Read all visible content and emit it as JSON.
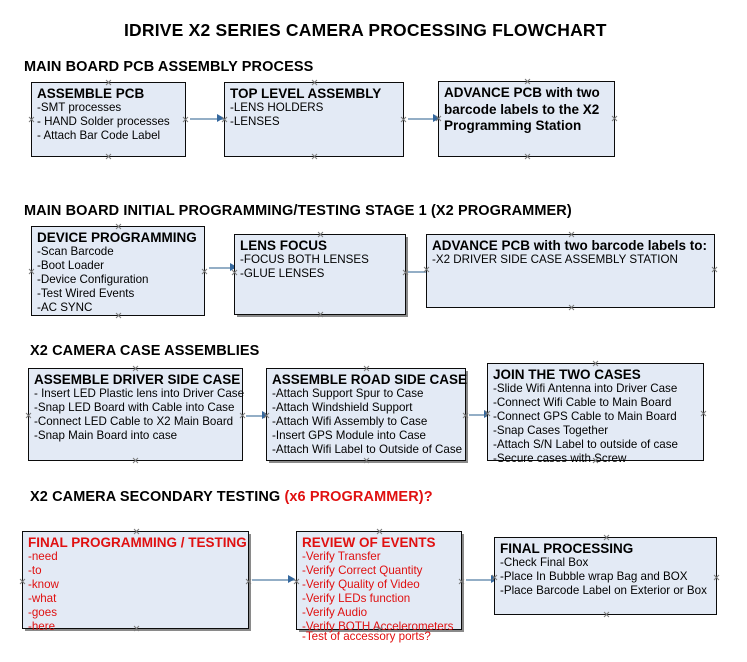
{
  "title": "IDRIVE X2  SERIES CAMERA PROCESSING FLOWCHART",
  "colors": {
    "box_fill": "#e3eaf5",
    "box_border": "#0b0b0b",
    "arrow_shaft": "#93aec6",
    "arrow_head": "#34689e",
    "text": "#000000",
    "accent_red": "#e01010",
    "shadow": "#8a8a8a"
  },
  "sections": [
    {
      "heading": "MAIN BOARD PCB ASSEMBLY PROCESS",
      "heading_accent": "",
      "nodes": [
        {
          "header": "ASSEMBLE PCB",
          "lines": [
            "-SMT processes",
            "- HAND Solder processes",
            "- Attach Bar Code Label"
          ]
        },
        {
          "header": "TOP LEVEL ASSEMBLY",
          "lines": [
            "-LENS HOLDERS",
            "-LENSES"
          ]
        },
        {
          "header": "ADVANCE PCB with two barcode labels to the  X2 Programming Station",
          "lines": []
        }
      ]
    },
    {
      "heading": "MAIN BOARD INITIAL PROGRAMMING/TESTING STAGE 1 (X2 PROGRAMMER)",
      "heading_accent": "",
      "nodes": [
        {
          "header": "DEVICE PROGRAMMING",
          "lines": [
            "-Scan Barcode",
            "-Boot Loader",
            "-Device Configuration",
            "-Test Wired Events",
            "-AC SYNC"
          ]
        },
        {
          "header": "LENS FOCUS",
          "lines": [
            "-FOCUS BOTH LENSES",
            "-GLUE LENSES"
          ]
        },
        {
          "header": "ADVANCE PCB with two barcode labels to:",
          "lines": [
            "-X2 DRIVER  SIDE  CASE  ASSEMBLY STATION"
          ]
        }
      ]
    },
    {
      "heading": "X2 CAMERA CASE ASSEMBLIES",
      "heading_accent": "",
      "nodes": [
        {
          "header": "ASSEMBLE DRIVER SIDE CASE",
          "lines": [
            "- Insert LED Plastic lens into Driver Case",
            "-Snap LED Board with Cable into Case",
            "-Connect LED Cable to X2 Main Board",
            "-Snap Main Board into case"
          ]
        },
        {
          "header": "ASSEMBLE ROAD SIDE CASE",
          "lines": [
            "-Attach Support Spur to Case",
            "-Attach Windshield Support",
            "-Attach Wifi Assembly to Case",
            "-Insert GPS Module into Case",
            "-Attach Wifi Label to Outside of Case"
          ]
        },
        {
          "header": "JOIN THE TWO CASES",
          "lines": [
            "-Slide Wifi Antenna into Driver Case",
            "-Connect Wifi Cable to Main Board",
            "-Connect GPS Cable to Main Board",
            "-Snap Cases Together",
            "-Attach S/N Label to outside of case",
            "-Secure cases with Screw"
          ]
        }
      ]
    },
    {
      "heading": "X2 CAMERA SECONDARY TESTING ",
      "heading_accent": "(x6 PROGRAMMER)?",
      "nodes": [
        {
          "header": "FINAL PROGRAMMING / TESTING",
          "lines": [
            "-need",
            "-to",
            "-know",
            "-what",
            "-goes",
            "-here"
          ]
        },
        {
          "header": "REVIEW OF EVENTS",
          "lines": [
            "-Verify Transfer",
            "-Verify Correct Quantity",
            "-Verify Quality of Video",
            "-Verify LEDs function",
            "-Verify Audio",
            "-Verify BOTH Accelerometers",
            "-Test of accessory ports?"
          ]
        },
        {
          "header": "FINAL PROCESSING",
          "lines": [
            " -Check Final Box",
            "-Place In Bubble wrap Bag and BOX",
            "-Place Barcode Label on Exterior or Box"
          ]
        }
      ]
    }
  ]
}
